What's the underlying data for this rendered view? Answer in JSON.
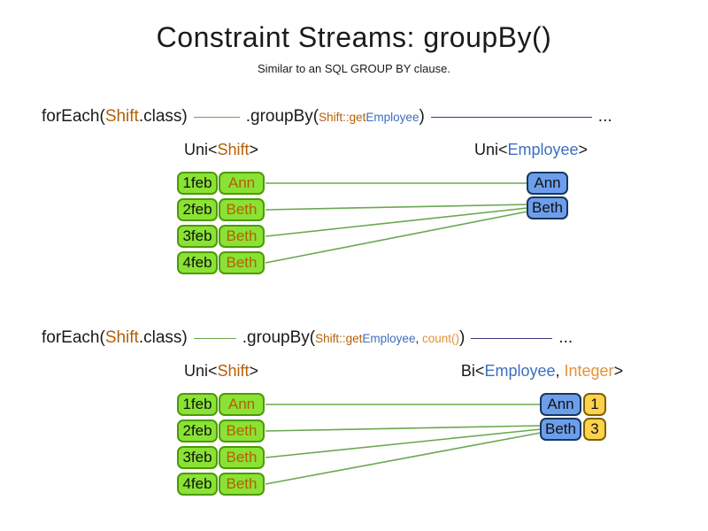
{
  "title": "Constraint Streams: groupBy()",
  "subtitle": "Similar to an SQL GROUP BY clause.",
  "colors": {
    "orange_dark": "#b45f06",
    "orange_light": "#e69138",
    "blue_text": "#3d6ebf",
    "green_fill": "#8ae234",
    "green_border": "#4e9a06",
    "green_line": "#6aa84f",
    "blue_fill": "#6d9eeb",
    "blue_border": "#17375e",
    "yellow_fill": "#ffd24d",
    "yellow_border": "#7f6000",
    "dark_line_1": "#1f4586",
    "dark_line_2": "#3d3178"
  },
  "code1": {
    "foreach": "forEach(",
    "shift": "Shift",
    "class_suffix": ".class)",
    "groupby": ".groupBy(",
    "param_shift": "Shift::get",
    "param_employee": "Employee",
    "close_paren": ")",
    "ellipsis": "..."
  },
  "code2": {
    "foreach": "forEach(",
    "shift": "Shift",
    "class_suffix": ".class)",
    "groupby": ".groupBy(",
    "param_shift": "Shift::get",
    "param_employee": "Employee",
    "param_comma": ", ",
    "param_count": "count()",
    "close_paren": ")",
    "ellipsis": "..."
  },
  "labels1": {
    "left_pre": "Uni<",
    "left_type": "Shift",
    "left_post": ">",
    "right_pre": "Uni<",
    "right_type": "Employee",
    "right_post": ">"
  },
  "labels2": {
    "left_pre": "Uni<",
    "left_type": "Shift",
    "left_post": ">",
    "right_pre": "Bi<",
    "right_type1": "Employee",
    "right_comma": ", ",
    "right_type2": "Integer",
    "right_post": ">"
  },
  "shifts": [
    {
      "date": "1feb",
      "name": "Ann"
    },
    {
      "date": "2feb",
      "name": "Beth"
    },
    {
      "date": "3feb",
      "name": "Beth"
    },
    {
      "date": "4feb",
      "name": "Beth"
    }
  ],
  "employees1": [
    {
      "name": "Ann"
    },
    {
      "name": "Beth"
    }
  ],
  "groups2": [
    {
      "name": "Ann",
      "count": "1"
    },
    {
      "name": "Beth",
      "count": "3"
    }
  ]
}
